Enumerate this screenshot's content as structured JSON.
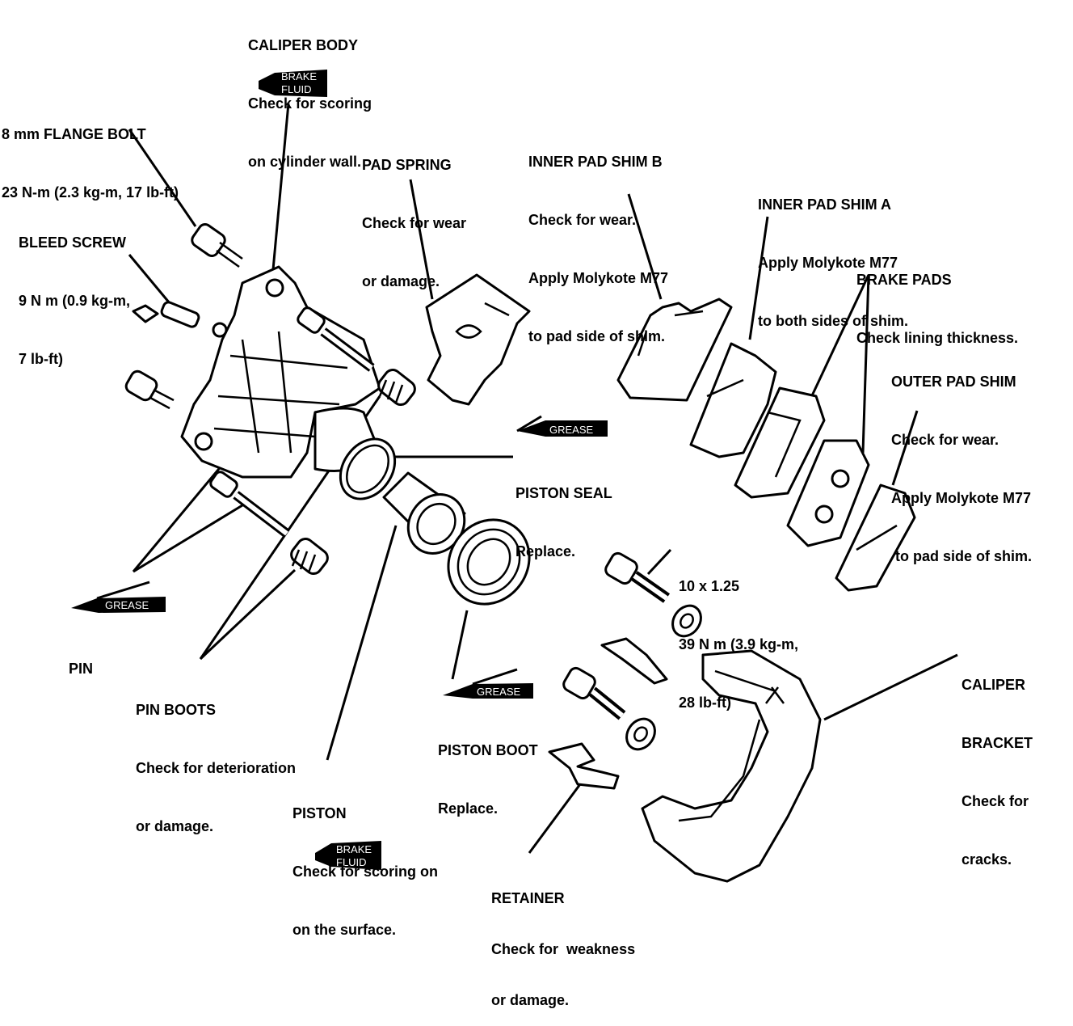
{
  "labels": {
    "caliper_body": {
      "title": "CALIPER BODY",
      "lines": [
        "Check for scoring",
        "on cylinder wall."
      ]
    },
    "flange_bolt": {
      "title": "8 mm FLANGE BOLT",
      "lines": [
        "23 N-m (2.3 kg-m, 17 lb-ft)"
      ]
    },
    "bleed_screw": {
      "title": "BLEED SCREW",
      "lines": [
        "9 N m (0.9 kg-m,",
        "7 lb-ft)"
      ]
    },
    "pad_spring": {
      "title": "PAD SPRING",
      "lines": [
        "Check for wear",
        "or damage."
      ]
    },
    "inner_shim_b": {
      "title": "INNER PAD SHIM B",
      "lines": [
        "Check for wear.",
        "Apply Molykote M77",
        "to pad side of shim."
      ]
    },
    "inner_shim_a": {
      "title": "INNER PAD SHIM A",
      "lines": [
        "Apply Molykote M77",
        "to both sides of shim."
      ]
    },
    "brake_pads": {
      "title": "BRAKE PADS",
      "lines": [
        "Check lining thickness."
      ]
    },
    "outer_shim": {
      "title": "OUTER PAD SHIM",
      "lines": [
        "Check for wear.",
        "Apply Molykote M77",
        " to pad side of shim."
      ]
    },
    "piston_seal": {
      "title": "PISTON SEAL",
      "lines": [
        "Replace."
      ]
    },
    "bolt_10": {
      "title": "10 x 1.25",
      "lines": [
        "39 N m (3.9 kg-m,",
        "28 lb-ft)"
      ]
    },
    "pin": {
      "title": "PIN",
      "lines": []
    },
    "pin_boots": {
      "title": "PIN BOOTS",
      "lines": [
        "Check for deterioration",
        "or damage."
      ]
    },
    "piston_boot": {
      "title": "PISTON BOOT",
      "lines": [
        "Replace."
      ]
    },
    "caliper_bracket": {
      "title": "CALIPER",
      "lines": [
        "BRACKET",
        "Check for",
        "cracks."
      ]
    },
    "piston": {
      "title": "PISTON",
      "lines": [
        "Check for scoring on",
        "on the surface."
      ]
    },
    "retainer": {
      "title": "RETAINER",
      "lines": [
        "Check for  weakness",
        "or damage."
      ]
    }
  },
  "tubes": {
    "brake_fluid_line1": "BRAKE",
    "brake_fluid_line2": "FLUID",
    "grease": "GREASE"
  },
  "colors": {
    "ink": "#000000",
    "paper": "#ffffff"
  }
}
